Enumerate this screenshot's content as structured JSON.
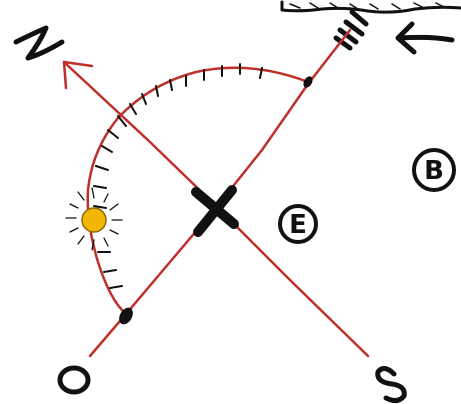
{
  "colors": {
    "ink": "#111111",
    "line": "#c0302a",
    "sun_fill": "#f2b705",
    "sun_stroke": "#8a6a00",
    "background": "#ffffff"
  },
  "labels": {
    "north": "N",
    "south": "S",
    "west": "O",
    "east_circled": "E",
    "b_circled": "B"
  },
  "icons": {
    "sun": "sun-icon",
    "intersection": "x-mark-icon",
    "wind_arrow": "arrow-left-icon",
    "cloud": "cloud-icon"
  }
}
